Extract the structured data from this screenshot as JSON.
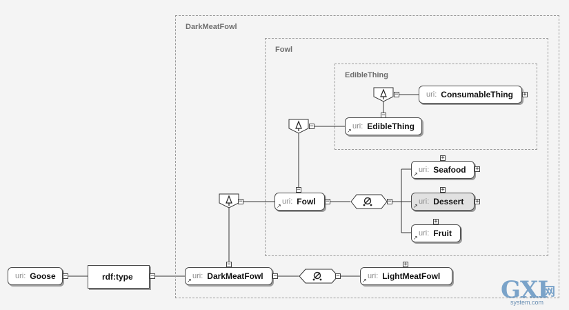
{
  "regions": {
    "dark_meat_fowl": "DarkMeatFowl",
    "fowl": "Fowl",
    "edible_thing": "EdibleThing"
  },
  "nodes": {
    "goose": {
      "uri": "uri:",
      "name": "Goose"
    },
    "rdf_type": {
      "name": "rdf:type"
    },
    "dark_meat_fowl": {
      "uri": "uri:",
      "name": "DarkMeatFowl"
    },
    "light_meat_fowl": {
      "uri": "uri:",
      "name": "LightMeatFowl"
    },
    "fowl": {
      "uri": "uri:",
      "name": "Fowl"
    },
    "seafood": {
      "uri": "uri:",
      "name": "Seafood"
    },
    "dessert": {
      "uri": "uri:",
      "name": "Dessert"
    },
    "fruit": {
      "uri": "uri:",
      "name": "Fruit"
    },
    "edible_thing": {
      "uri": "uri:",
      "name": "EdibleThing"
    },
    "consumable_thing": {
      "uri": "uri:",
      "name": "ConsumableThing"
    }
  },
  "symbols": {
    "expand": "+",
    "collapse": "−"
  },
  "icons": {
    "subclass_connector": "subclass-tree-icon",
    "disjoint_connector": "disjoint-compositor-icon",
    "link_arrow": "link-arrow-icon"
  },
  "watermark": {
    "logo": "GXI",
    "cn": "网",
    "domain": "system.com"
  },
  "colors": {
    "node_border": "#4a4a4a",
    "node_shadow": "#9c9c9c",
    "region_border": "#9a9a9a",
    "canvas": "#f4f4f4",
    "highlight_node": "#e1e1e1",
    "watermark": "#7aa3c9"
  }
}
